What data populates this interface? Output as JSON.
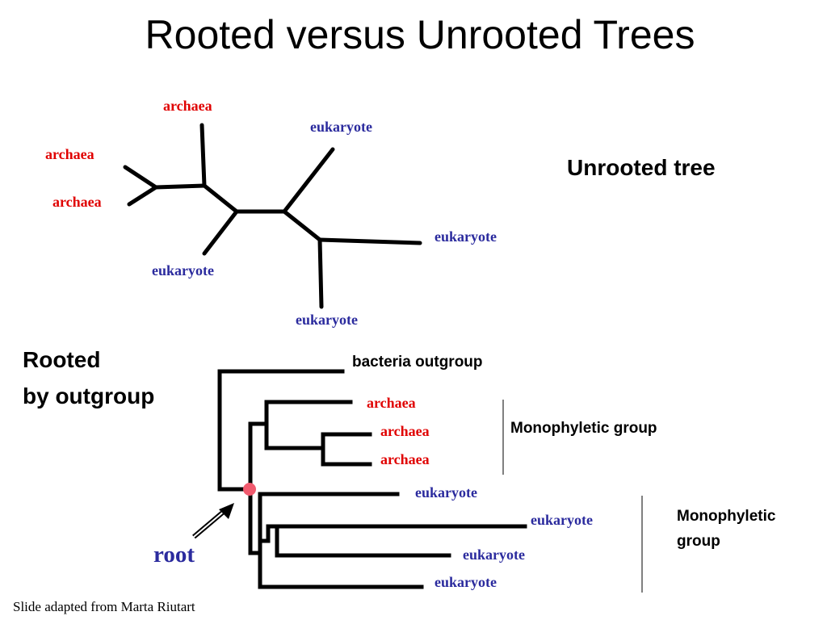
{
  "title": "Rooted versus Unrooted Trees",
  "unrooted_tree": {
    "caption": "Unrooted tree",
    "leaves": [
      "archaea",
      "archaea",
      "archaea",
      "eukaryote",
      "eukaryote",
      "eukaryote",
      "eukaryote"
    ]
  },
  "rooted_tree": {
    "caption_line1": "Rooted",
    "caption_line2": "by outgroup",
    "outgroup_label": "bacteria outgroup",
    "archaea_leaves": [
      "archaea",
      "archaea",
      "archaea"
    ],
    "eukaryote_leaves": [
      "eukaryote",
      "eukaryote",
      "eukaryote",
      "eukaryote"
    ],
    "group1_label": "Monophyletic group",
    "group2_label_line1": "Monophyletic",
    "group2_label_line2": "group",
    "root_label": "root",
    "root_color": "#f05a6e"
  },
  "colors": {
    "archaea": "#e00000",
    "eukaryote": "#2b2b9e"
  },
  "footer": "Slide adapted from Marta Riutart"
}
